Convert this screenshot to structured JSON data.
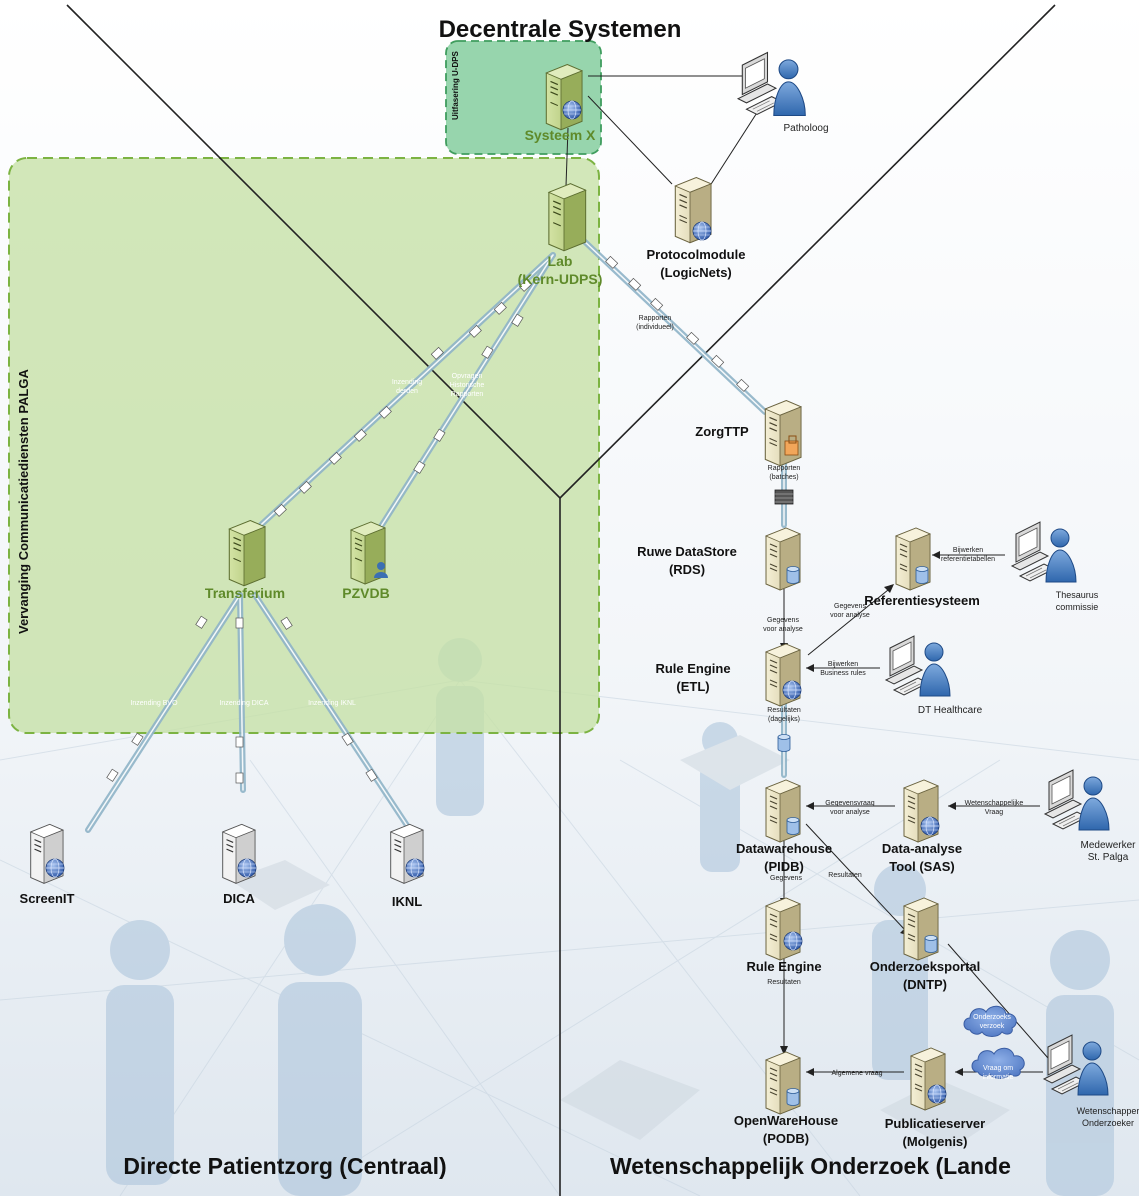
{
  "titles": {
    "top": "Decentrale Systemen",
    "bottom_left": "Directe Patientzorg (Centraal)",
    "bottom_right": "Wetenschappelijk Onderzoek (Lande"
  },
  "regions": {
    "vervanging": "Vervanging Communicatiediensten PALGA",
    "uitfasering": "Uitfasering U-DPS"
  },
  "nodes": {
    "systeem_x": "Systeem X",
    "lab": [
      "Lab",
      "(Kern-UDPS)"
    ],
    "protocolmodule": [
      "Protocolmodule",
      "(LogicNets)"
    ],
    "zorgttp": "ZorgTTP",
    "transferium": "Transferium",
    "pzvdb": "PZVDB",
    "screenit": "ScreenIT",
    "dica": "DICA",
    "iknl": "IKNL",
    "rds": [
      "Ruwe DataStore",
      "(RDS)"
    ],
    "referentiesysteem": "Referentiesysteem",
    "rule_engine_etl": [
      "Rule Engine",
      "(ETL)"
    ],
    "datawarehouse": [
      "Datawarehouse",
      "(PIDB)"
    ],
    "data_analyse": [
      "Data-analyse",
      "Tool (SAS)"
    ],
    "rule_engine": "Rule Engine",
    "onderzoeksportal": [
      "Onderzoeksportal",
      "(DNTP)"
    ],
    "openwarehouse": [
      "OpenWareHouse",
      "(PODB)"
    ],
    "publicatieserver": [
      "Publicatieserver",
      "(Molgenis)"
    ]
  },
  "people": {
    "patholoog": "Patholoog",
    "thesaurus": [
      "Thesaurus",
      "commissie"
    ],
    "dt_healthcare": "DT Healthcare",
    "medewerker": [
      "Medewerker",
      "St. Palga"
    ],
    "wetenschapper": [
      "Wetenschapper",
      "Onderzoeker"
    ]
  },
  "edge_labels": {
    "rapporten_individueel": [
      "Rapporten",
      "(individueel)"
    ],
    "inzending_derden": [
      "Inzending",
      "derden"
    ],
    "opvragen": [
      "Opvragen",
      "Historische",
      "Rapporten"
    ],
    "rapporten_batches": [
      "Rapporten",
      "(batches)"
    ],
    "inzending_bvo": "Inzending BVO",
    "inzending_dica": "Inzending DICA",
    "inzending_iknl": "Inzending IKNL",
    "gegevens_analyse_1": [
      "Gegevens",
      "voor analyse"
    ],
    "gegevens_analyse_2": [
      "Gegevens",
      "voor analyse"
    ],
    "bijwerken_ref": [
      "Bijwerken",
      "referentietabellen"
    ],
    "bijwerken_business": [
      "Bijwerken",
      "Business rules"
    ],
    "resultaten_dagelijks": [
      "Resultaten",
      "(dagelijks)"
    ],
    "gegevensvraag": [
      "Gegevensvraag",
      "voor analyse"
    ],
    "wetenschappelijke_vraag": [
      "Wetenschappelijke",
      "Vraag"
    ],
    "gegevens": "Gegevens",
    "resultaten_1": "Resultaten",
    "resultaten_2": "Resultaten",
    "algemene_vraag": "Algemene vraag",
    "onderzoeks_verzoek": [
      "Onderzoeks",
      "verzoek"
    ],
    "vraag_om_informatie": [
      "Vraag om",
      "informatie"
    ]
  },
  "colors": {
    "green_region_fill": "#c5e0a5",
    "green_region_stroke": "#7cb342",
    "uitfasering_fill": "#8ed1a6",
    "uitfasering_stroke": "#3f9d5e",
    "pipe": "#8fb4c8",
    "server_body": "#e7dfb8",
    "person_blue": "#4f86c6"
  }
}
